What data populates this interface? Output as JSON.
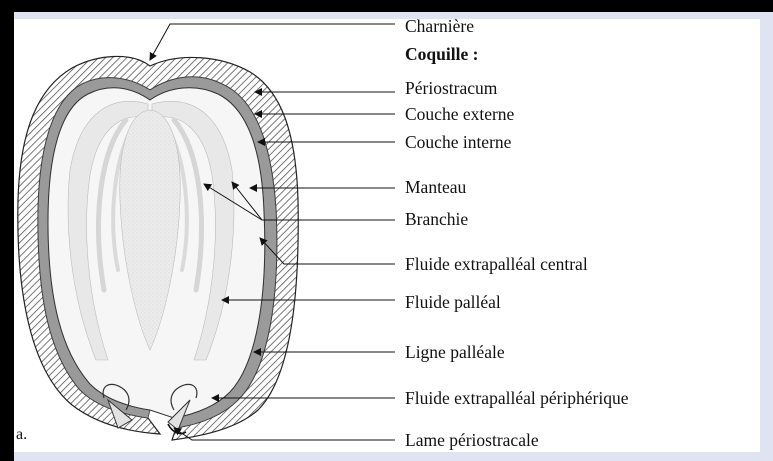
{
  "labels": {
    "charniere": "Charnière",
    "coquille": "Coquille :",
    "periostracum": "Périostracum",
    "couche_externe": "Couche externe",
    "couche_interne": "Couche interne",
    "manteau": "Manteau",
    "branchie": "Branchie",
    "fluide_extrapalleal_central": "Fluide extrapalléal central",
    "fluide_palleal": "Fluide palléal",
    "ligne_palleale": "Ligne palléale",
    "fluide_extrapalleal_peripherique": "Fluide extrapalléal périphérique",
    "lame_periostracale": "Lame périostracale"
  },
  "panel_letter": "a.",
  "colors": {
    "frame": "#000000",
    "frame_accent": "#dfe3f2",
    "shell_hatch": "#555555",
    "inner_layer": "#9a9a9a",
    "mantle_fill": "#ececec",
    "gill_fill": "#e3e3e3",
    "stroke": "#222222"
  }
}
